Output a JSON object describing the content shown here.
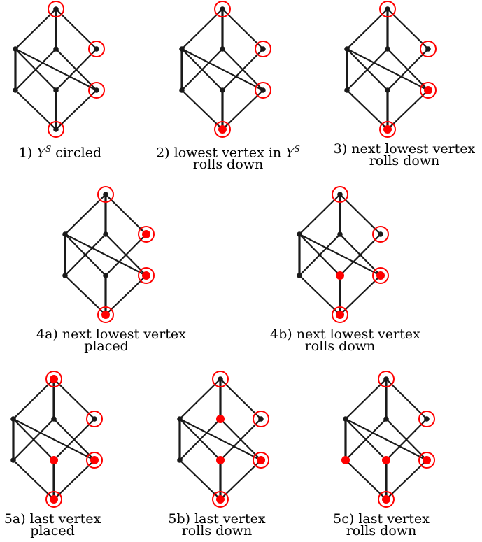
{
  "colors": {
    "edge": "#1a1a1a",
    "vertex": "#1a1a1a",
    "red": "#ff0000"
  },
  "vertices": [
    "top",
    "upper-left",
    "upper-middle",
    "upper-right",
    "lower-left",
    "lower-middle",
    "lower-right",
    "bottom"
  ],
  "edges": [
    [
      "top",
      "upper-left"
    ],
    [
      "top",
      "upper-middle"
    ],
    [
      "top",
      "upper-right"
    ],
    [
      "upper-left",
      "lower-left"
    ],
    [
      "upper-left",
      "lower-right"
    ],
    [
      "upper-middle",
      "lower-left"
    ],
    [
      "upper-middle",
      "lower-right"
    ],
    [
      "upper-right",
      "lower-middle"
    ],
    [
      "lower-left",
      "bottom"
    ],
    [
      "lower-middle",
      "bottom"
    ],
    [
      "lower-right",
      "bottom"
    ],
    [
      "upper-left",
      "lower-middle"
    ]
  ],
  "panels": [
    {
      "id": "1",
      "label_line1": "1) ",
      "label_sym": "Y",
      "label_sup": "S",
      "label_tail": " circled",
      "label_line2": "",
      "circled": [
        "top",
        "upper-right",
        "lower-right",
        "bottom"
      ],
      "red": []
    },
    {
      "id": "2",
      "label_line1": "2) lowest vertex in ",
      "label_sym": "Y",
      "label_sup": "S",
      "label_tail": "",
      "label_line2": "rolls down",
      "circled": [
        "top",
        "upper-right",
        "lower-right",
        "bottom"
      ],
      "red": [
        "bottom"
      ]
    },
    {
      "id": "3",
      "label_line1": "3) next lowest vertex",
      "label_sym": "",
      "label_sup": "",
      "label_tail": "",
      "label_line2": "rolls down",
      "circled": [
        "top",
        "upper-right",
        "lower-right",
        "bottom"
      ],
      "red": [
        "bottom",
        "lower-right"
      ]
    },
    {
      "id": "4a",
      "label_line1": "4a) next lowest vertex",
      "label_sym": "",
      "label_sup": "",
      "label_tail": "",
      "label_line2": "placed",
      "circled": [
        "top",
        "upper-right",
        "lower-right",
        "bottom"
      ],
      "red": [
        "bottom",
        "lower-right",
        "upper-right"
      ]
    },
    {
      "id": "4b",
      "label_line1": "4b) next lowest vertex",
      "label_sym": "",
      "label_sup": "",
      "label_tail": "",
      "label_line2": "rolls down",
      "circled": [
        "top",
        "upper-right",
        "lower-right",
        "bottom"
      ],
      "red": [
        "bottom",
        "lower-right",
        "lower-middle"
      ]
    },
    {
      "id": "5a",
      "label_line1": "5a) last vertex",
      "label_sym": "",
      "label_sup": "",
      "label_tail": "",
      "label_line2": "placed",
      "circled": [
        "top",
        "upper-right",
        "lower-right",
        "bottom"
      ],
      "red": [
        "bottom",
        "lower-right",
        "lower-middle",
        "top"
      ]
    },
    {
      "id": "5b",
      "label_line1": "5b) last vertex",
      "label_sym": "",
      "label_sup": "",
      "label_tail": "",
      "label_line2": "rolls down",
      "circled": [
        "top",
        "upper-right",
        "lower-right",
        "bottom"
      ],
      "red": [
        "bottom",
        "lower-right",
        "lower-middle",
        "upper-middle"
      ]
    },
    {
      "id": "5c",
      "label_line1": "5c) last vertex",
      "label_sym": "",
      "label_sup": "",
      "label_tail": "",
      "label_line2": "rolls down",
      "circled": [
        "top",
        "upper-right",
        "lower-right",
        "bottom"
      ],
      "red": [
        "bottom",
        "lower-right",
        "lower-middle",
        "lower-left"
      ]
    }
  ]
}
